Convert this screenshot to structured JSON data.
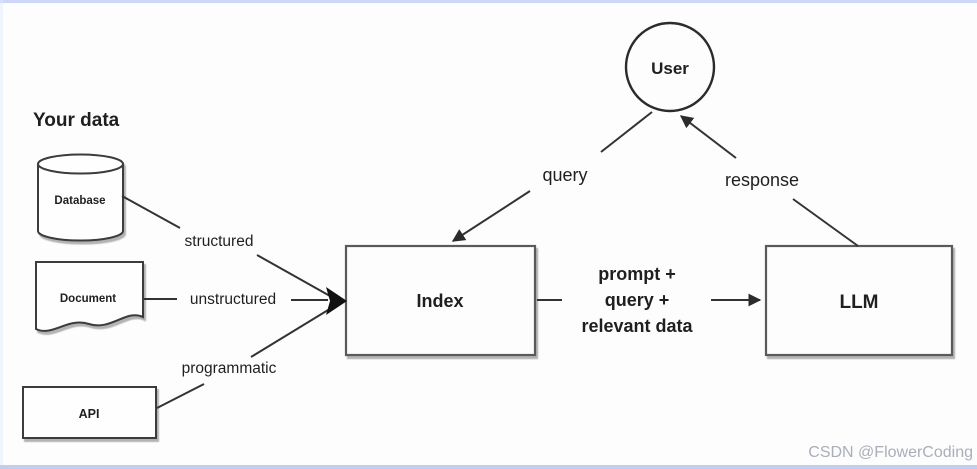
{
  "diagram_title": "Your data",
  "sources": [
    {
      "label": "Database",
      "shape": "cylinder-icon",
      "edge_label": "structured"
    },
    {
      "label": "Document",
      "shape": "document-icon",
      "edge_label": "unstructured"
    },
    {
      "label": "API",
      "shape": "rectangle-icon",
      "edge_label": "programmatic"
    }
  ],
  "nodes": {
    "user": {
      "label": "User"
    },
    "index": {
      "label": "Index"
    },
    "llm": {
      "label": "LLM"
    }
  },
  "edges": {
    "query_label": "query",
    "response_label": "response",
    "index_to_llm_lines": [
      "prompt +",
      "query +",
      "relevant data"
    ]
  },
  "watermark": "CSDN @FlowerCoding",
  "colors": {
    "line": "#333333",
    "box_border": "#5a5a5a",
    "background": "#fdfdfe",
    "frame_top": "#ccd8f6",
    "frame_bottom": "#bfcef3",
    "frame_left": "#dfe8fa",
    "watermark": "#a9aeb9"
  }
}
